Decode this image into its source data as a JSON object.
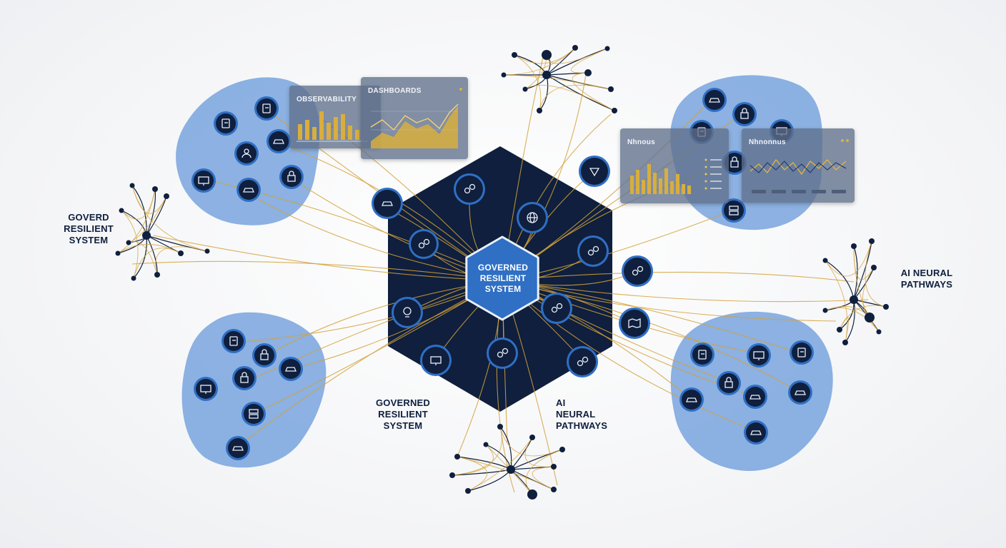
{
  "center": {
    "line1": "GOVERNED",
    "line2": "RESILIENT",
    "line3": "SYSTEM"
  },
  "labels": {
    "left": {
      "line1": "GOVERD",
      "line2": "RESILIENT",
      "line3": "SYSTEM"
    },
    "bottom_left": {
      "line1": "GOVERNED",
      "line2": "RESILIENT",
      "line3": "SYSTEM"
    },
    "right": {
      "line1": "AI NEURAL",
      "line2": "PATHWAYS"
    },
    "bottom_right": {
      "line1": "AI",
      "line2": "NEURAL",
      "line3": "PATHWAYS"
    }
  },
  "panels": {
    "observability": {
      "title": "OBSERVABILITY"
    },
    "dashboards": {
      "title": "DASHBOARDS"
    },
    "right1": {
      "title": "Nhnous"
    },
    "right2": {
      "title": "Nhnonnus"
    }
  },
  "colors": {
    "navy": "#0f1f3d",
    "blue": "#2f6fc4",
    "light_blue": "#7fa9df",
    "gold": "#d4a23a",
    "panel": "#5f708a"
  },
  "icons": [
    "doc-icon",
    "shield-icon",
    "user-icon",
    "cloud-icon",
    "lock-icon",
    "car-icon",
    "globe-icon",
    "network-icon",
    "chart-icon",
    "server-icon",
    "monitor-icon",
    "brain-icon",
    "bulb-icon",
    "map-icon",
    "bars-icon"
  ]
}
